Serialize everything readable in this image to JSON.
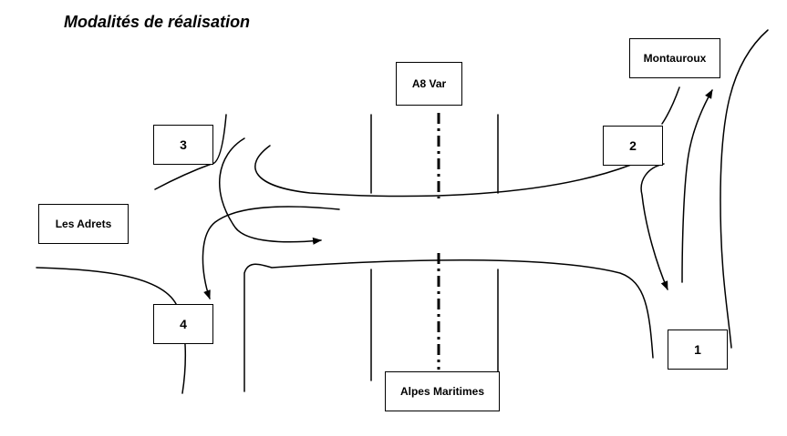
{
  "title": "Modalités de réalisation",
  "labels": {
    "a8_var": "A8 Var",
    "montauroux": "Montauroux",
    "les_adrets": "Les Adrets",
    "alpes_maritimes": "Alpes Maritimes",
    "ramp_1": "1",
    "ramp_2": "2",
    "ramp_3": "3",
    "ramp_4": "4"
  }
}
